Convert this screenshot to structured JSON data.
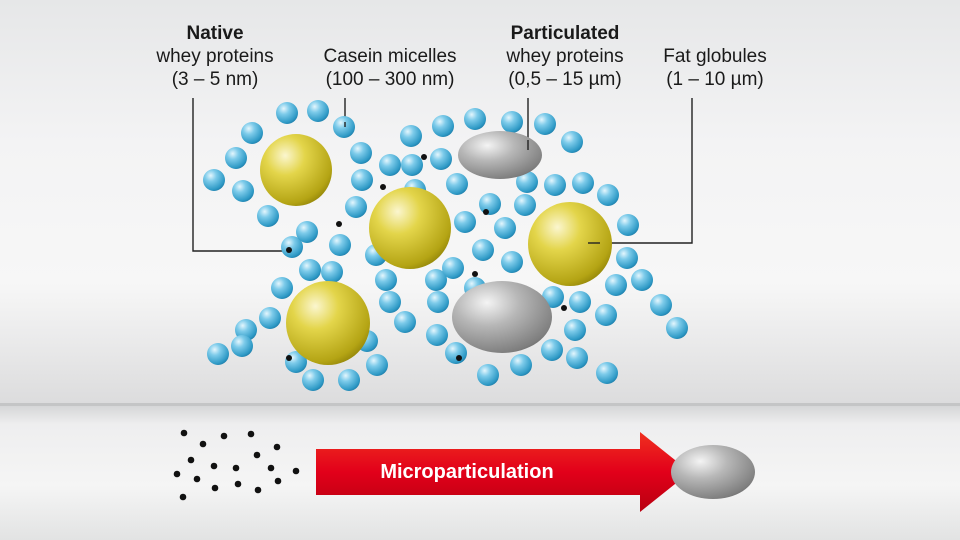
{
  "labels": {
    "native": {
      "bold": "Native",
      "line1": "whey proteins",
      "line2": "(3 – 5 nm)"
    },
    "casein": {
      "line1": "Casein micelles",
      "line2": "(100 – 300 nm)"
    },
    "particulated": {
      "bold": "Particulated",
      "line1": "whey proteins",
      "line2": "(0,5 – 15 µm)"
    },
    "fat": {
      "line1": "Fat globules",
      "line2": "(1 – 10 µm)"
    }
  },
  "process": {
    "arrow_label": "Microparticulation"
  },
  "colors": {
    "whey_native": "#4fb3d8",
    "casein_micelle": "#c8b820",
    "particulated_whey": "#9a9a9a",
    "fat_globule": "#c8b820",
    "arrow": "#e2001a",
    "dots": "#111111"
  },
  "icons": [
    "blue-sphere",
    "yellow-sphere",
    "gray-ellipsoid",
    "black-dot",
    "red-arrow"
  ]
}
